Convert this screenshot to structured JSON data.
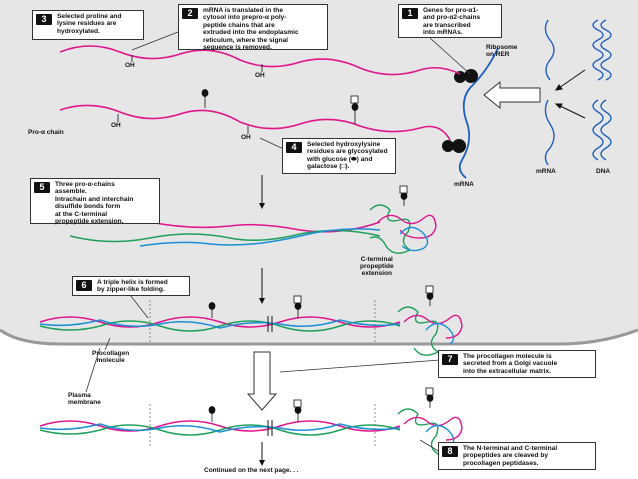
{
  "steps": [
    {
      "num": "1",
      "text": "Genes for pro-α1-\nand pro-α2-chains\nare transcribed\ninto mRNAs."
    },
    {
      "num": "2",
      "text": "mRNA is translated in the\ncytosol into prepro-α poly-\npeptide chains that are\nextruded into the endoplasmic\nreticulum, where the signal\nsequence is removed."
    },
    {
      "num": "3",
      "text": "Selected proline and\nlysine residues are\nhydroxylated."
    },
    {
      "num": "4",
      "text": "Selected hydroxylysine\nresidues are glycosylated\nwith glucose (⬬) and\ngalactose (□)."
    },
    {
      "num": "5",
      "bullets": [
        "Three pro-α-chains\nassemble.",
        "Intrachain and interchain\ndisulfide bonds form\nat the C-terminal\npropeptide extension."
      ]
    },
    {
      "num": "6",
      "text": "A triple helix is formed\nby zipper-like folding."
    },
    {
      "num": "7",
      "text": "The procollagen molecule is\nsecreted from a Golgi vacuole\ninto the extracellular matrix."
    },
    {
      "num": "8",
      "text": "The N-terminal and C-terminal\npropeptides are cleaved by\nprocollagen peptidases."
    }
  ],
  "labels": {
    "ribosome": "Ribosome\non RER",
    "dna": "DNA",
    "mrna_right": "mRNA",
    "mrna_center": "mRNA",
    "pro_alpha_chain": "Pro-α chain",
    "oh": "OH",
    "c_terminal": "C-terminal\npropeptide\nextension",
    "procollagen": "Procollagen\nmolecule",
    "plasma_membrane": "Plasma\nmembrane",
    "continued": "Continued on the next page. . ."
  },
  "colors": {
    "background": "#ffffff",
    "cell_fill": "#e6e6e6",
    "chain_pink": "#e0148c",
    "chain_green": "#1fa05a",
    "chain_blue": "#1b8fd6",
    "dna_blue": "#1f5fbf",
    "ribosome": "#111111"
  }
}
